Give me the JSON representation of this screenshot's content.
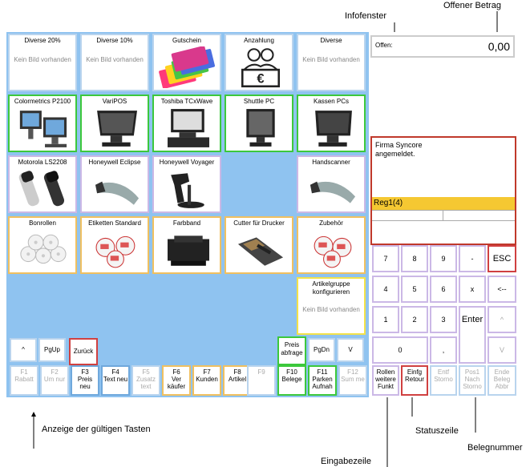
{
  "annotations": {
    "infofenster": "Infofenster",
    "offener_betrag": "Offener Betrag",
    "anzeige": "Anzeige der gültigen Tasten",
    "statuszeile": "Statuszeile",
    "belegnummer": "Belegnummer",
    "eingabezeile": "Eingabezeile"
  },
  "tiles": {
    "r1": [
      {
        "label": "Diverse 20%",
        "sub": "Kein Bild vorhanden"
      },
      {
        "label": "Diverse 10%",
        "sub": "Kein Bild vorhanden"
      },
      {
        "label": "Gutschein"
      },
      {
        "label": "Anzahlung"
      },
      {
        "label": "Diverse",
        "sub": "Kein Bild vorhanden"
      }
    ],
    "r2": [
      {
        "label": "Colormetrics P2100"
      },
      {
        "label": "VariPOS"
      },
      {
        "label": "Toshiba TCxWave"
      },
      {
        "label": "Shuttle PC"
      },
      {
        "label": "Kassen PCs"
      }
    ],
    "r3": [
      {
        "label": "Motorola LS2208"
      },
      {
        "label": "Honeywell Eclipse"
      },
      {
        "label": "Honeywell Voyager"
      },
      {
        "label": "Handscanner"
      }
    ],
    "r4": [
      {
        "label": "Bonrollen"
      },
      {
        "label": "Etiketten Standard"
      },
      {
        "label": "Farbband"
      },
      {
        "label": "Cutter für Drucker"
      },
      {
        "label": "Zubehör"
      }
    ],
    "config": {
      "label": "Artikelgruppe konfigurieren",
      "sub": "Kein Bild vorhanden"
    }
  },
  "info": {
    "offen_label": "Offen:",
    "offen_value": "0,00",
    "message": "Firma Syncore angemeldet.",
    "status": "Reg1(4)"
  },
  "nav": {
    "up": "^",
    "pgup": "PgUp",
    "zurueck": "Zurück",
    "preis": "Preis abfrage",
    "pgdn": "PgDn",
    "down": "V"
  },
  "numpad": {
    "r1": [
      "7",
      "8",
      "9",
      "-"
    ],
    "esc": "ESC",
    "r2": [
      "4",
      "5",
      "6",
      "x",
      "<--"
    ],
    "r3": [
      "1",
      "2",
      "3"
    ],
    "enter": "Enter",
    "up": "^",
    "zero": "0",
    "comma": ",",
    "down": "V"
  },
  "fkeys": [
    {
      "k": "F1",
      "t": "Rabatt"
    },
    {
      "k": "F2",
      "t": "Um nur"
    },
    {
      "k": "F3",
      "t": "Preis neu"
    },
    {
      "k": "F4",
      "t": "Text neu"
    },
    {
      "k": "F5",
      "t": "Zusatz text"
    },
    {
      "k": "F6",
      "t": "Ver käufer"
    },
    {
      "k": "F7",
      "t": "Kunden"
    },
    {
      "k": "F8",
      "t": "Artikel"
    },
    {
      "k": "F9",
      "t": ""
    },
    {
      "k": "F10",
      "t": "Belege"
    },
    {
      "k": "F11",
      "t": "Parken Aufnah"
    },
    {
      "k": "F12",
      "t": "Sum me"
    }
  ],
  "bottom_keys": [
    {
      "t": "Rollen weitere Funkt"
    },
    {
      "t": "Einfg Retour"
    },
    {
      "t": "Entf Storno"
    },
    {
      "t": "Pos1 Nach Storno"
    },
    {
      "t": "Ende Beleg Abbr"
    }
  ]
}
